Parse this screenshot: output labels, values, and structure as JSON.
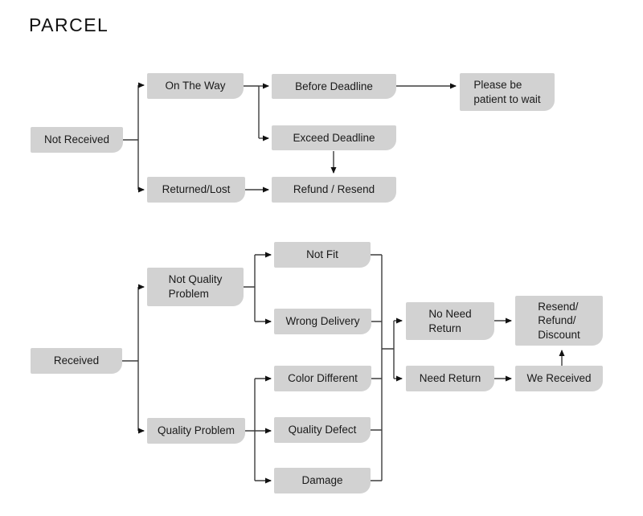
{
  "title": "PARCEL",
  "colors": {
    "background": "#ffffff",
    "box_fill": "#d2d2d2",
    "line": "#3d3d3d",
    "arrow": "#111111",
    "text": "#1a1a1a"
  },
  "nodes": {
    "not_received": {
      "label": "Not Received"
    },
    "on_the_way": {
      "label": "On The Way"
    },
    "returned_lost": {
      "label": "Returned/Lost"
    },
    "before_deadline": {
      "label": "Before Deadline"
    },
    "exceed_deadline": {
      "label": "Exceed Deadline"
    },
    "refund_resend": {
      "label": "Refund / Resend"
    },
    "please_wait": {
      "label": "Please be\npatient to wait"
    },
    "received": {
      "label": "Received"
    },
    "not_quality_problem": {
      "label": "Not Quality\nProblem"
    },
    "quality_problem": {
      "label": "Quality Problem"
    },
    "not_fit": {
      "label": "Not Fit"
    },
    "wrong_delivery": {
      "label": "Wrong Delivery"
    },
    "color_different": {
      "label": "Color Different"
    },
    "quality_defect": {
      "label": "Quality Defect"
    },
    "damage": {
      "label": "Damage"
    },
    "no_need_return": {
      "label": "No Need\nReturn"
    },
    "need_return": {
      "label": "Need Return"
    },
    "resend_refund_discount": {
      "label": "Resend/\nRefund/\nDiscount"
    },
    "we_received": {
      "label": "We Received"
    }
  },
  "edges": [
    [
      "not_received",
      "on_the_way"
    ],
    [
      "not_received",
      "returned_lost"
    ],
    [
      "on_the_way",
      "before_deadline"
    ],
    [
      "on_the_way",
      "exceed_deadline"
    ],
    [
      "before_deadline",
      "please_wait"
    ],
    [
      "exceed_deadline",
      "refund_resend"
    ],
    [
      "returned_lost",
      "refund_resend"
    ],
    [
      "received",
      "not_quality_problem"
    ],
    [
      "received",
      "quality_problem"
    ],
    [
      "not_quality_problem",
      "not_fit"
    ],
    [
      "not_quality_problem",
      "wrong_delivery"
    ],
    [
      "quality_problem",
      "color_different"
    ],
    [
      "quality_problem",
      "quality_defect"
    ],
    [
      "quality_problem",
      "damage"
    ],
    [
      "not_fit",
      "return_junction"
    ],
    [
      "wrong_delivery",
      "return_junction"
    ],
    [
      "color_different",
      "return_junction"
    ],
    [
      "quality_defect",
      "return_junction"
    ],
    [
      "damage",
      "return_junction"
    ],
    [
      "return_junction",
      "no_need_return"
    ],
    [
      "return_junction",
      "need_return"
    ],
    [
      "no_need_return",
      "resend_refund_discount"
    ],
    [
      "need_return",
      "we_received"
    ],
    [
      "we_received",
      "resend_refund_discount"
    ]
  ]
}
